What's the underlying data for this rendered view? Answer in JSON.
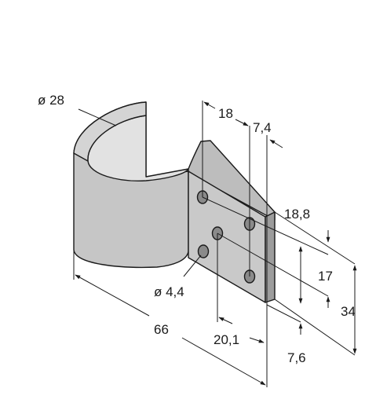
{
  "drawing": {
    "type": "technical-drawing",
    "subject": "cylinder mounting bracket with hole plate",
    "units": "mm",
    "colors": {
      "body": "#c9c9c9",
      "body_dark": "#aaaaaa",
      "body_light": "#dedede",
      "line": "#1a1a1a"
    },
    "labels": {
      "pipe_diameter": "ø 28",
      "hole_diameter": "ø 4,4",
      "offset_top": "18",
      "plate_thickness": "7,4",
      "upper_offset": "18,8",
      "hole_spacing_vertical": "17",
      "plate_height": "34",
      "total_length": "66",
      "hole_spacing_horizontal": "20,1",
      "lower_offset": "7,6"
    }
  }
}
